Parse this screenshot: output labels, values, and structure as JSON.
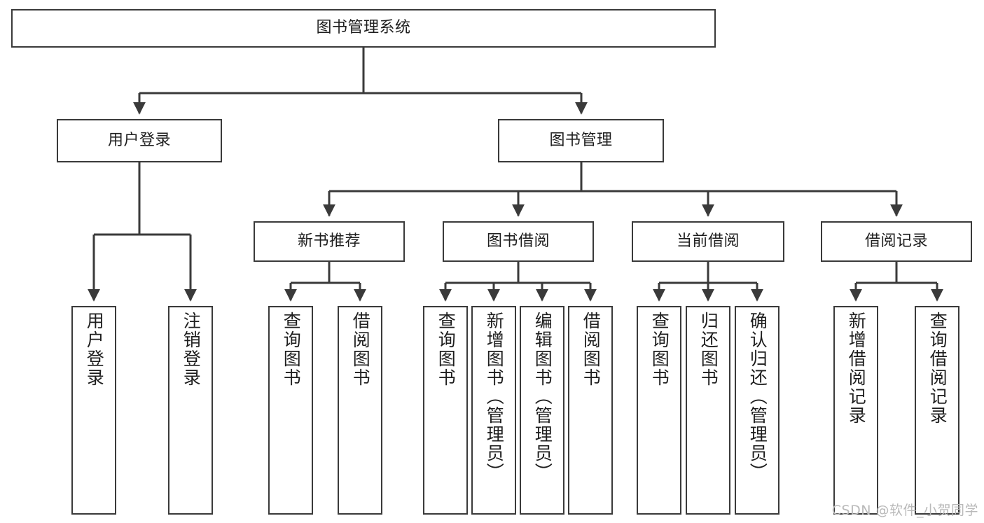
{
  "diagram": {
    "type": "tree-hierarchy",
    "title": "图书管理系统",
    "watermark": "CSDN @软件_小贺同学",
    "colors": {
      "box_border": "#3a3a3a",
      "box_fill": "#ffffff",
      "connector": "#3a3a3a",
      "text": "#1e1e1e",
      "watermark": "#b9b9b9",
      "background": "#ffffff"
    },
    "levels": 4,
    "root": {
      "id": "root",
      "label": "图书管理系统"
    },
    "level2": [
      {
        "id": "user-login",
        "label": "用户登录"
      },
      {
        "id": "book-manage",
        "label": "图书管理"
      }
    ],
    "level3": [
      {
        "id": "new-book-recommend",
        "label": "新书推荐",
        "parent": "book-manage"
      },
      {
        "id": "book-borrow",
        "label": "图书借阅",
        "parent": "book-manage"
      },
      {
        "id": "current-borrow",
        "label": "当前借阅",
        "parent": "book-manage"
      },
      {
        "id": "borrow-record",
        "label": "借阅记录",
        "parent": "book-manage"
      }
    ],
    "leaves": {
      "user_login": [
        {
          "id": "leaf-user-login",
          "label": "用户登录"
        },
        {
          "id": "leaf-user-logout",
          "label": "注销登录"
        }
      ],
      "new_book_recommend": [
        {
          "id": "leaf-query-book-1",
          "label": "查询图书"
        },
        {
          "id": "leaf-borrow-book-1",
          "label": "借阅图书"
        }
      ],
      "book_borrow": [
        {
          "id": "leaf-query-book-2",
          "label": "查询图书"
        },
        {
          "id": "leaf-add-book",
          "label": "新增图书（管理员）"
        },
        {
          "id": "leaf-edit-book",
          "label": "编辑图书（管理员）"
        },
        {
          "id": "leaf-borrow-book-2",
          "label": "借阅图书"
        }
      ],
      "current_borrow": [
        {
          "id": "leaf-query-book-3",
          "label": "查询图书"
        },
        {
          "id": "leaf-return-book",
          "label": "归还图书"
        },
        {
          "id": "leaf-confirm-return",
          "label": "确认归还（管理员）"
        }
      ],
      "borrow_record": [
        {
          "id": "leaf-add-record",
          "label": "新增借阅记录"
        },
        {
          "id": "leaf-query-record",
          "label": "查询借阅记录"
        }
      ]
    }
  }
}
